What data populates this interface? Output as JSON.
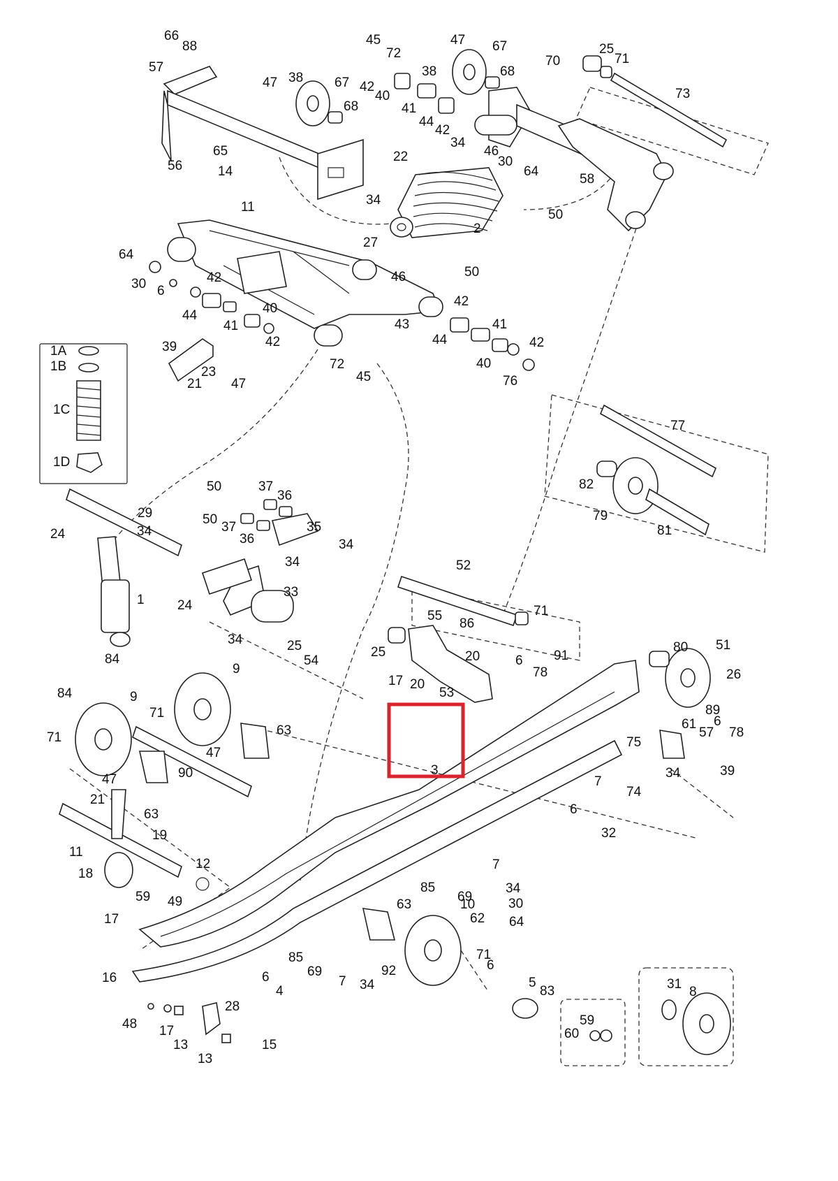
{
  "highlight": {
    "label": "3",
    "color": "#d9232d"
  },
  "inset": {
    "labels": [
      "1A",
      "1B",
      "1C",
      "1D"
    ]
  },
  "callouts": [
    "66",
    "88",
    "57",
    "47",
    "38",
    "67",
    "68",
    "65",
    "22",
    "56",
    "14",
    "11",
    "45",
    "72",
    "42",
    "40",
    "41",
    "44",
    "42",
    "47",
    "38",
    "67",
    "68",
    "70",
    "25",
    "71",
    "73",
    "34",
    "46",
    "30",
    "64",
    "58",
    "34",
    "2",
    "50",
    "27",
    "46",
    "50",
    "64",
    "30",
    "6",
    "42",
    "44",
    "41",
    "40",
    "42",
    "39",
    "23",
    "21",
    "47",
    "43",
    "42",
    "44",
    "41",
    "40",
    "42",
    "72",
    "45",
    "76",
    "77",
    "82",
    "79",
    "81",
    "29",
    "24",
    "34",
    "50",
    "37",
    "36",
    "50",
    "37",
    "36",
    "35",
    "34",
    "34",
    "1",
    "33",
    "24",
    "34",
    "25",
    "54",
    "52",
    "71",
    "55",
    "86",
    "25",
    "20",
    "17",
    "20",
    "53",
    "6",
    "78",
    "91",
    "80",
    "51",
    "26",
    "89",
    "6",
    "78",
    "61",
    "57",
    "75",
    "39",
    "34",
    "74",
    "7",
    "6",
    "32",
    "84",
    "9",
    "84",
    "9",
    "71",
    "71",
    "63",
    "47",
    "47",
    "90",
    "63",
    "21",
    "19",
    "11",
    "18",
    "12",
    "59",
    "49",
    "17",
    "16",
    "7",
    "69",
    "85",
    "10",
    "34",
    "30",
    "64",
    "63",
    "62",
    "85",
    "69",
    "7",
    "34",
    "92",
    "71",
    "6",
    "6",
    "4",
    "5",
    "83",
    "48",
    "17",
    "13",
    "28",
    "13",
    "15",
    "59",
    "60",
    "31",
    "8"
  ]
}
